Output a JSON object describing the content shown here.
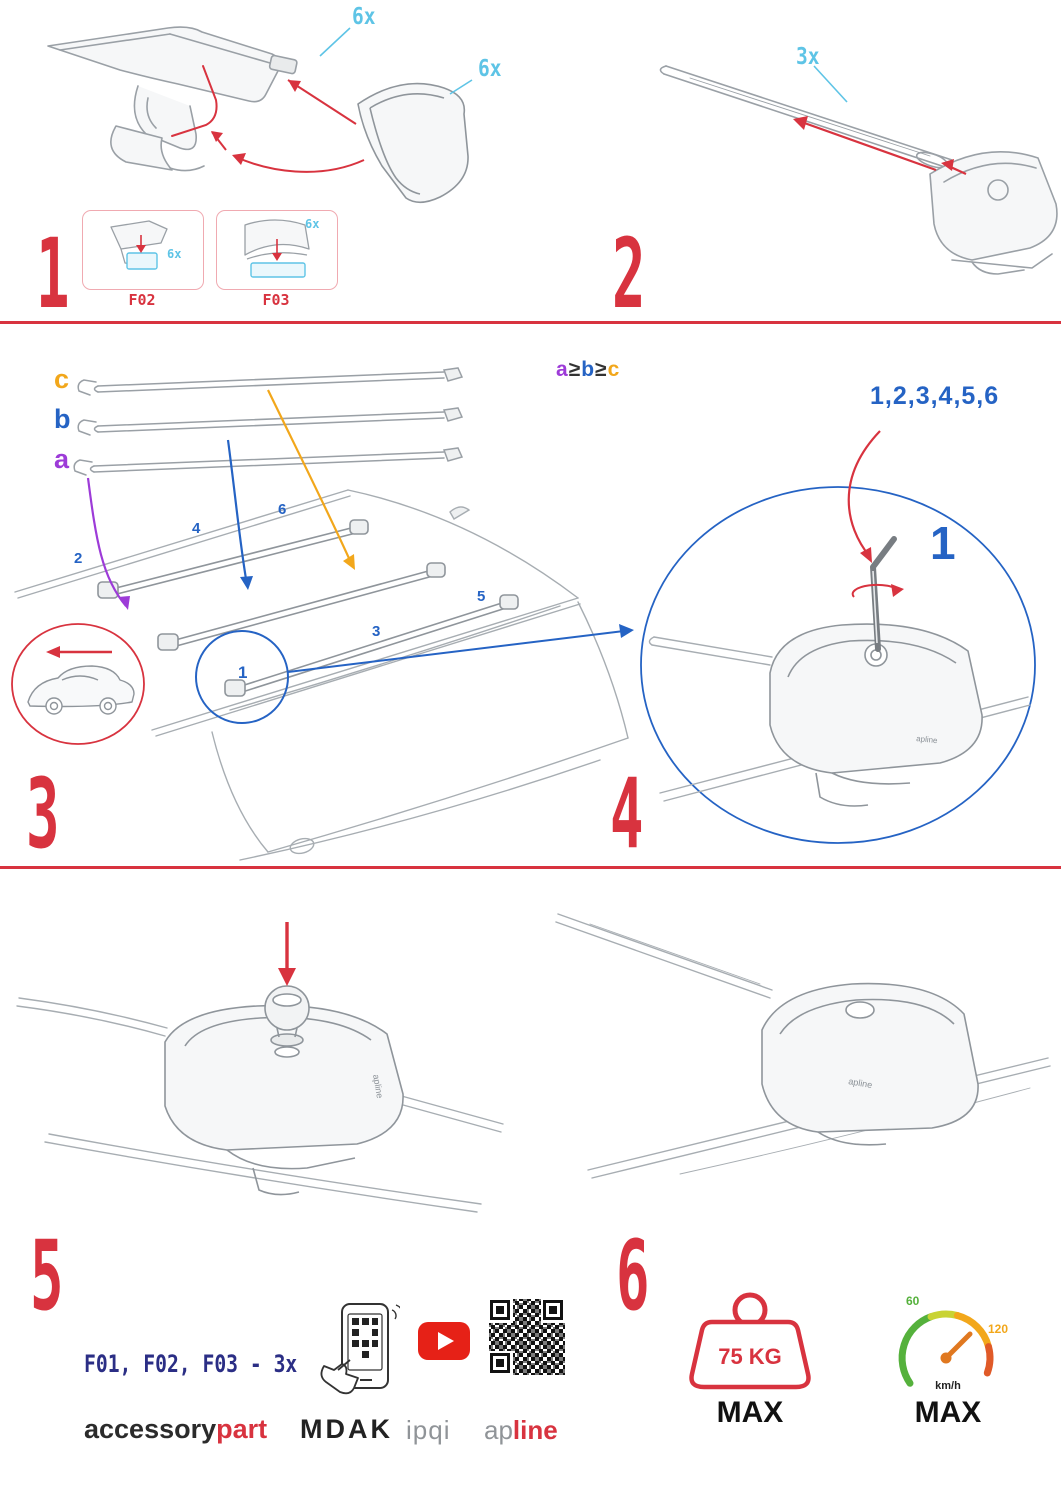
{
  "step1": {
    "number": "1",
    "callout_top": "6x",
    "callout_side": "6x",
    "inset1": {
      "qty": "6x",
      "label": "F02"
    },
    "inset2": {
      "qty": "6x",
      "label": "F03"
    }
  },
  "step2": {
    "number": "2",
    "callout": "3x"
  },
  "step3": {
    "number": "3",
    "bar_label_a": "a",
    "bar_label_b": "b",
    "bar_label_c": "c",
    "order_a": "a",
    "order_ge1": "≥",
    "order_b": "b",
    "order_ge2": "≥",
    "order_c": "c",
    "pos_1": "1",
    "pos_2": "2",
    "pos_3": "3",
    "pos_4": "4",
    "pos_5": "5",
    "pos_6": "6"
  },
  "step4": {
    "number": "4",
    "sequence": "1,2,3,4,5,6",
    "callout_number": "1",
    "brand": "apline"
  },
  "step5": {
    "number": "5",
    "brand": "apline"
  },
  "step6": {
    "number": "6",
    "brand": "apline"
  },
  "footer": {
    "parts": "F01, F02, F03 - 3x",
    "logo_accessory": "accessory",
    "logo_part": "part",
    "logo_mdak": "MDAK",
    "logo_ipqi": "ipqi",
    "logo_ap": "ap",
    "logo_line": "line"
  },
  "limits": {
    "weight": "75 KG",
    "weight_max": "MAX",
    "speed_min": "60",
    "speed_max_value": "120",
    "speed_unit": "km/h",
    "speed_max": "MAX"
  },
  "colors": {
    "red": "#d8333f",
    "blue": "#2563c4",
    "purple": "#9d3bd8",
    "orange": "#f2a71b",
    "cyan": "#5ec4e6",
    "navy": "#2b2e85",
    "youtube_red": "#e62117",
    "green": "#55b13c"
  }
}
